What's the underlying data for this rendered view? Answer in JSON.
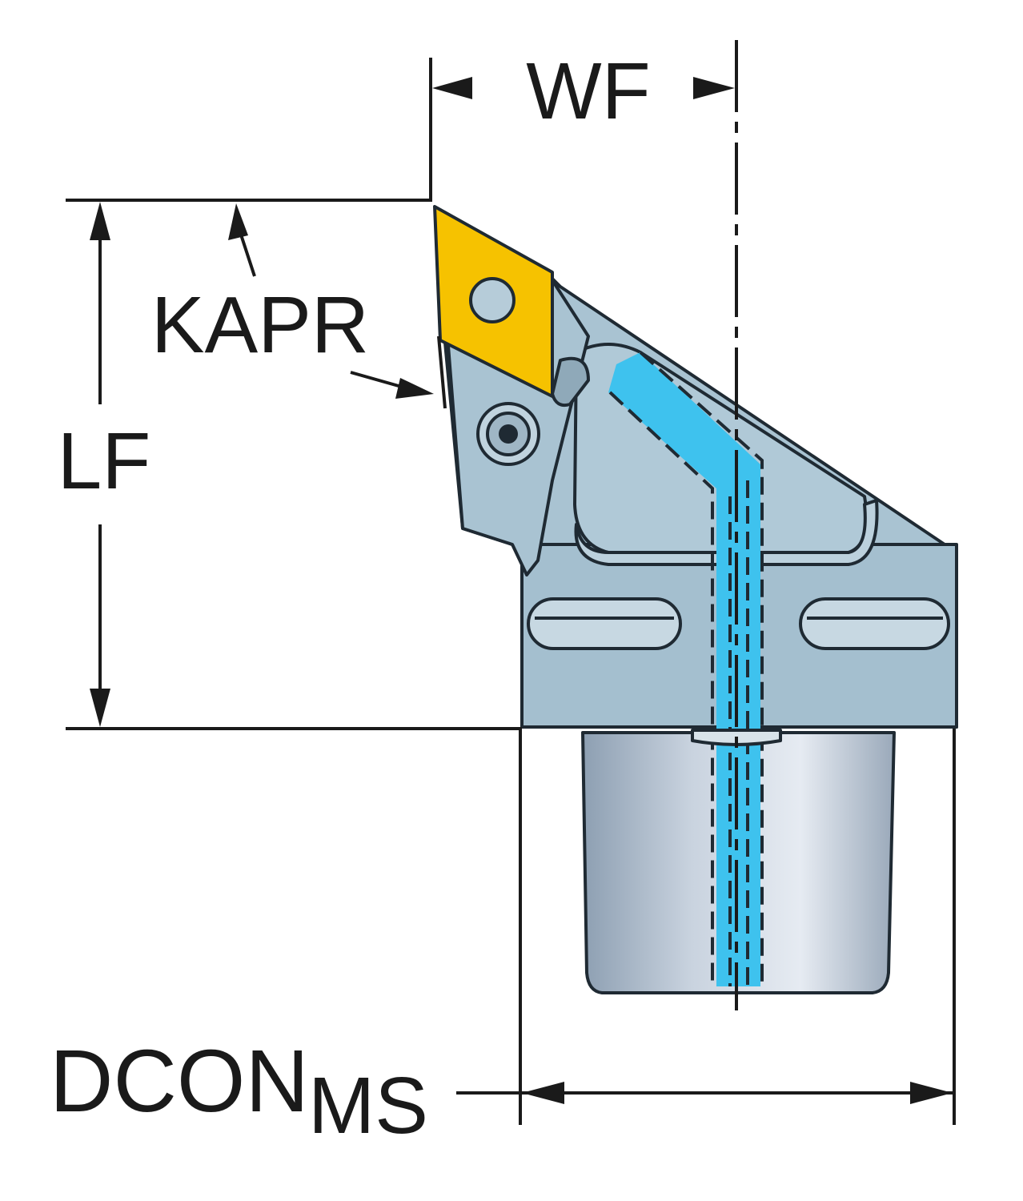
{
  "diagram": {
    "title": "Turning tool holder dimension drawing",
    "labels": {
      "wf": "WF",
      "kapr": "KAPR",
      "lf": "LF",
      "dcon": "DCON",
      "dcon_sub": "MS"
    },
    "colors": {
      "insert": "#f6c200",
      "body": "#a9c3d2",
      "coolant": "#3ec2ee",
      "line": "#1a1a1a"
    }
  }
}
